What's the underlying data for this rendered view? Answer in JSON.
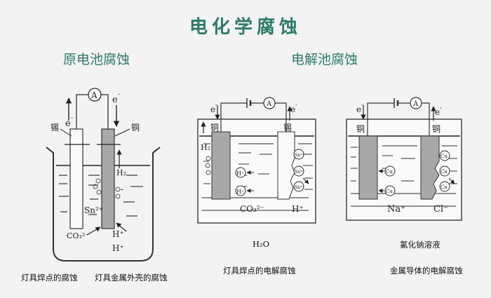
{
  "title": "电化学腐蚀",
  "sections": {
    "galvanic": "原电池腐蚀",
    "electrolytic": "电解池腐蚀"
  },
  "diagram1": {
    "ammeter": "A",
    "electron_left": "e",
    "electron_right": "e",
    "electron_sup": "-",
    "tin_label": "锡",
    "copper_label": "铜",
    "h2": "H₂",
    "sn_ion": "Sn²⁺",
    "co3": "CO₃²⁻",
    "h_plus_1": "H⁺",
    "h_plus_2": "H⁺",
    "minus": "-"
  },
  "diagram2": {
    "ammeter": "A",
    "electron_left": "e",
    "electron_right": "e",
    "electron_sup": "-",
    "copper_label": "铜",
    "tin_label": "锡",
    "h2": "H₂",
    "co3": "CO₃²⁻",
    "h_plus": "H⁺",
    "ion_h": "H⁺",
    "ion_sn": "Sn²⁺",
    "solution_caption": "H₂O"
  },
  "diagram3": {
    "ammeter": "A",
    "electron_left": "e",
    "electron_right": "e",
    "electron_sup": "-",
    "copper_label_left": "铜",
    "copper_label_right": "铜",
    "ion_cu": "Cu",
    "na": "Na⁺",
    "cl": "Cl⁻",
    "solution_caption": "氯化钠溶液"
  },
  "captions": {
    "cap1a": "灯具焊点的腐蚀",
    "cap1b": "灯具金属外壳的腐蚀",
    "cap2": "灯具焊点的电解腐蚀",
    "cap3": "金属导体的电解腐蚀"
  },
  "colors": {
    "title": "#2f7a6a",
    "background": "#f3f3f3",
    "electrode_dark": "#a8a8a8"
  }
}
